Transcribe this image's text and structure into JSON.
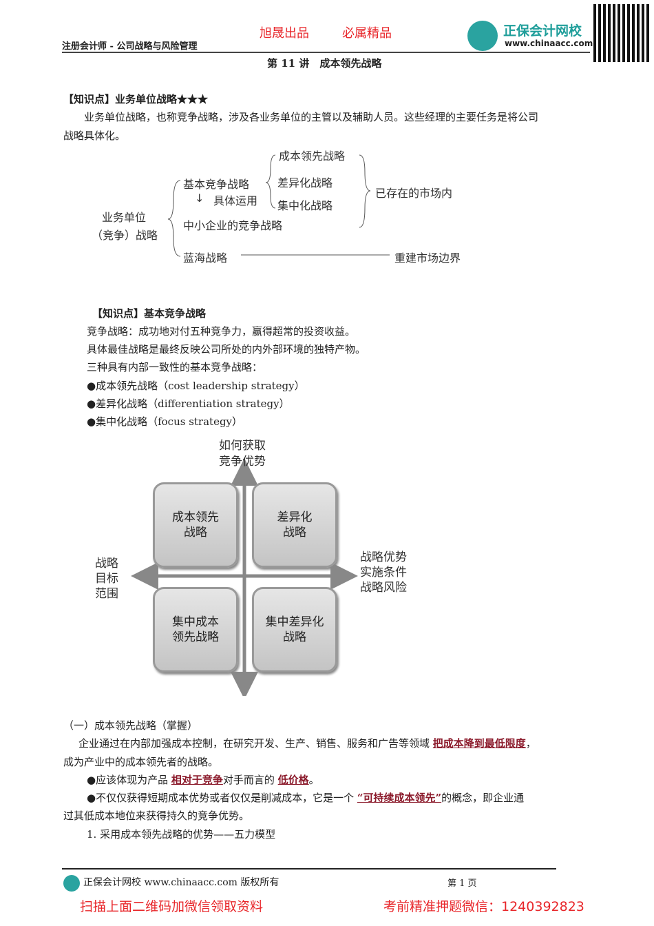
{
  "header": {
    "left": "注册会计师 - 公司战略与风险管理",
    "slogan1": "旭晟出品",
    "slogan2": "必属精品",
    "logo_name": "正保会计网校",
    "logo_url": "www.chinaacc.com",
    "lecture": "第 11 讲　成本领先战略"
  },
  "s1": {
    "title": "【知识点】业务单位战略★★★",
    "p1": "业务单位战略，也称竞争战略，涉及各业务单位的主管以及辅助人员。这些经理的主要任务是将公司",
    "p2": "战略具体化。"
  },
  "tree": {
    "root1": "业务单位",
    "root2": "（竞争）战略",
    "basic": "基本竞争战略",
    "apply": "具体运用",
    "sme": "中小企业的竞争战略",
    "blue": "蓝海战略",
    "cost": "成本领先战略",
    "diff": "差异化战略",
    "focus": "集中化战略",
    "existing": "已存在的市场内",
    "rebuild": "重建市场边界"
  },
  "s2": {
    "title": "【知识点】基本竞争战略",
    "lines": [
      "竞争战略：成功地对付五种竞争力，赢得超常的投资收益。",
      "具体最佳战略是最终反映公司所处的内外部环境的独特产物。",
      "三种具有内部一致性的基本竞争战略：",
      "●成本领先战略（cost leadership strategy）",
      "●差异化战略（differentiation strategy）",
      "●集中化战略（focus strategy）"
    ]
  },
  "matrix": {
    "top1": "如何获取",
    "top2": "竞争优势",
    "left": [
      "战略",
      "目标",
      "范围"
    ],
    "right": [
      "战略优势",
      "实施条件",
      "战略风险"
    ],
    "q1": [
      "成本领先",
      "战略"
    ],
    "q2": [
      "差异化",
      "战略"
    ],
    "q3": [
      "集中成本",
      "领先战略"
    ],
    "q4": [
      "集中差异化",
      "战略"
    ]
  },
  "s3": {
    "title": "（一）成本领先战略（掌握）",
    "p1a": "企业通过在内部加强成本控制，在研究开发、生产、销售、服务和广告等领域 ",
    "p1b": "把成本降到最低限度",
    "p1c": "，",
    "p2": "成为产业中的成本领先者的战略。",
    "b1a": "●应该体现为产品 ",
    "b1b": "相对于竞争",
    "b1c": "对手而言的 ",
    "b1d": "低价格",
    "b1e": "。",
    "b2a": "●不仅仅获得短期成本优势或者仅仅是削减成本，它是一个 ",
    "b2b": "“可持续成本领先”",
    "b2c": "的概念，即企业通",
    "b3": "过其低成本地位来获得持久的竞争优势。",
    "b4": "1. 采用成本领先战略的优势——五力模型"
  },
  "footer": {
    "copyright": "正保会计网校 www.chinaacc.com 版权所有",
    "page": "第 1 页",
    "promo1": "扫描上面二维码加微信领取资料",
    "promo2": "考前精准押题微信：1240392823"
  }
}
